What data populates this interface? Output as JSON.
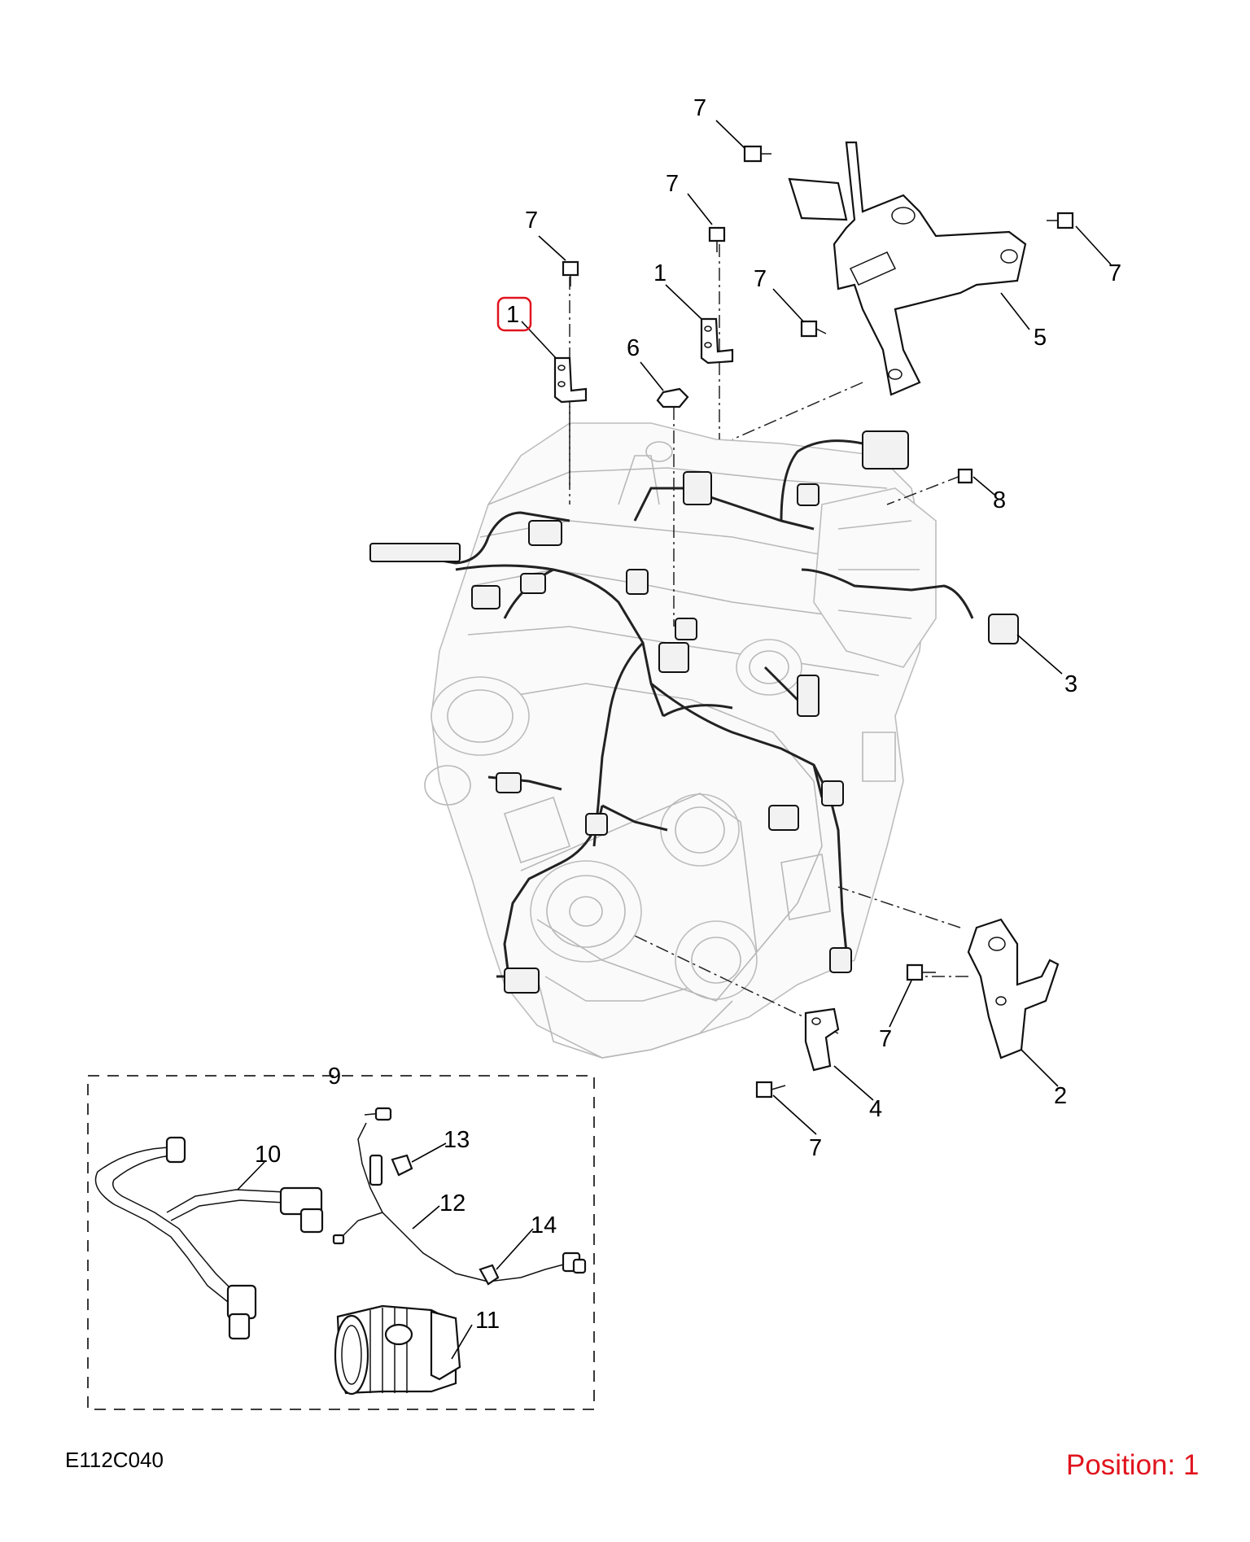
{
  "diagram": {
    "drawing_code": "E112C040",
    "position_label": "Position: 1",
    "highlighted_callout": "1",
    "callouts": {
      "c1_left": "1",
      "c1_right": "1",
      "c2": "2",
      "c3": "3",
      "c4": "4",
      "c5": "5",
      "c6": "6",
      "c7_top": "7",
      "c7_upper_mid": "7",
      "c7_left": "7",
      "c7_mid": "7",
      "c7_right": "7",
      "c7_lower_right": "7",
      "c7_bottom": "7",
      "c8": "8",
      "c9": "9",
      "c10": "10",
      "c11": "11",
      "c12": "12",
      "c13": "13",
      "c14": "14"
    },
    "colors": {
      "highlight": "#e0141e",
      "line": "#111111",
      "engine_ghost": "#b8b8b8"
    }
  }
}
